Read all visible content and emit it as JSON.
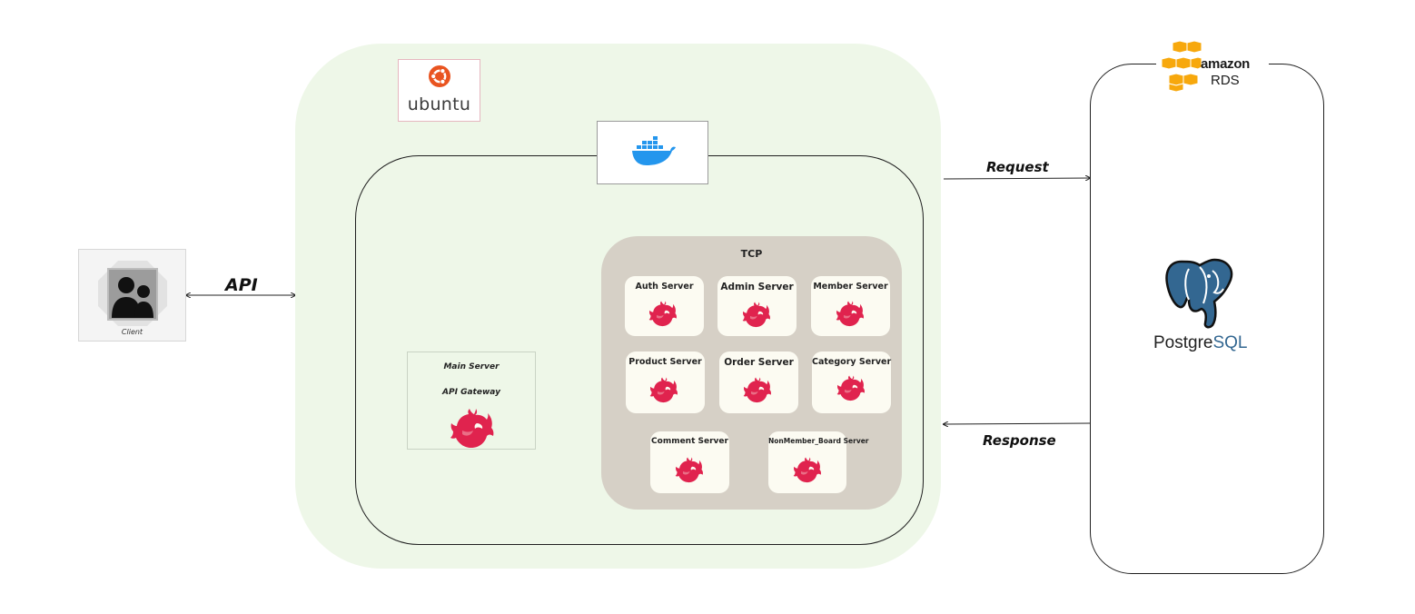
{
  "client": {
    "label": "Client"
  },
  "edges": {
    "api": "API",
    "request": "Request",
    "response": "Response"
  },
  "host": {
    "os_logo_text": "ubuntu"
  },
  "gateway": {
    "line1": "Main Server",
    "line2": "API Gateway"
  },
  "tcp": {
    "label": "TCP",
    "services": [
      "Auth Server",
      "Admin Server",
      "Member Server",
      "Product Server",
      "Order Server",
      "Category Server",
      "Comment Server",
      "NonMember_Board Server"
    ]
  },
  "database": {
    "provider_line1": "amazon",
    "provider_line2": "RDS",
    "engine_prefix": "Postgre",
    "engine_suffix": "SQL"
  },
  "colors": {
    "host_bg": "#eef7e8",
    "tcp_bg": "#d6d0c6",
    "service_bg": "#fcfbf2",
    "nest_red": "#e0234e",
    "ubuntu_orange": "#e95420",
    "docker_blue": "#2496ed",
    "aws_orange": "#f7a80d",
    "postgres_blue": "#336791"
  }
}
